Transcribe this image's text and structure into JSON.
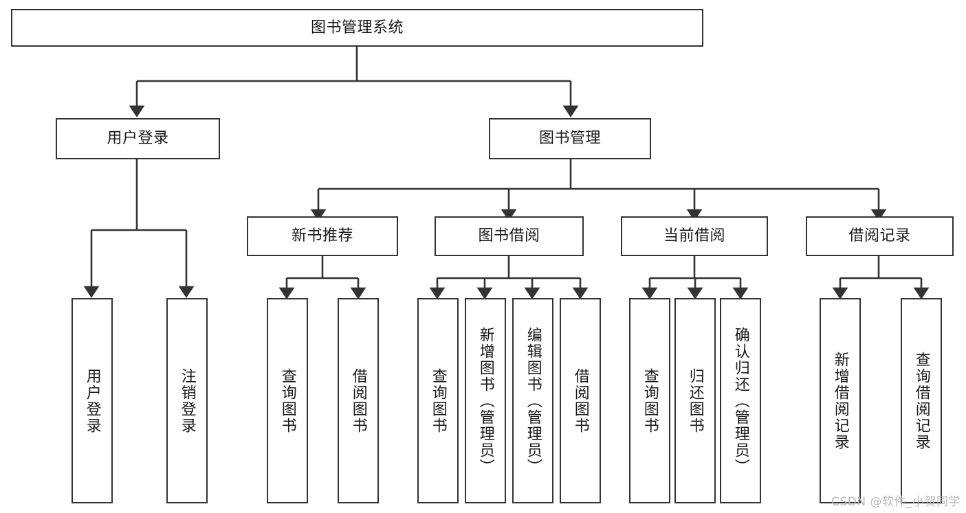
{
  "diagram": {
    "title": "图书管理系统",
    "type": "tree-hierarchy-diagram",
    "watermark": "CSDN @软件_小贺同学",
    "colors": {
      "box_border": "#333333",
      "box_fill": "#ffffff",
      "edge": "#333333",
      "text": "#1a1a1a",
      "watermark": "#b8b8b8"
    },
    "nodes": {
      "root": {
        "label": "图书管理系统"
      },
      "level2": [
        {
          "label": "用户登录"
        },
        {
          "label": "图书管理"
        }
      ],
      "level3": [
        {
          "label": "新书推荐"
        },
        {
          "label": "图书借阅"
        },
        {
          "label": "当前借阅"
        },
        {
          "label": "借阅记录"
        }
      ],
      "leaves_user_login": [
        {
          "label": "用户登录"
        },
        {
          "label": "注销登录"
        }
      ],
      "leaves_new_books": [
        {
          "label": "查询图书"
        },
        {
          "label": "借阅图书"
        }
      ],
      "leaves_borrow_books": [
        {
          "label": "查询图书"
        },
        {
          "label": "新增图书（管理员）"
        },
        {
          "label": "编辑图书（管理员）"
        },
        {
          "label": "借阅图书"
        }
      ],
      "leaves_current_borrow": [
        {
          "label": "查询图书"
        },
        {
          "label": "归还图书"
        },
        {
          "label": "确认归还（管理员）"
        }
      ],
      "leaves_borrow_records": [
        {
          "label": "新增借阅记录"
        },
        {
          "label": "查询借阅记录"
        }
      ]
    }
  }
}
